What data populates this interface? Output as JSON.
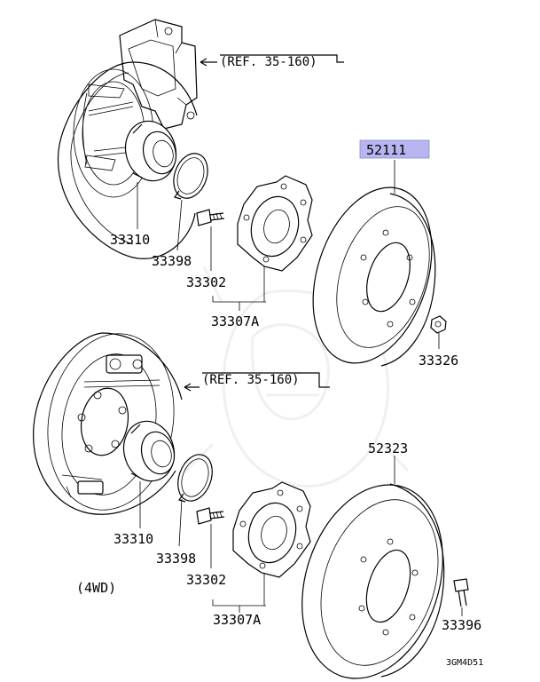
{
  "top_assembly": {
    "ref": "(REF. 35-160)",
    "hub_bearing": "33310",
    "snap_ring": "33398",
    "hub_bolt": "33302",
    "hub_assembly": "33307A",
    "brake_disc": "52111",
    "nut": "33326"
  },
  "bottom_assembly": {
    "ref": "(REF. 35-160)",
    "variant": "(4WD)",
    "hub_bearing": "33310",
    "snap_ring": "33398",
    "hub_bolt": "33302",
    "hub_assembly": "33307A",
    "brake_drum": "52323",
    "bolt": "33396"
  },
  "highlight_color": "#b7b6f0",
  "figure_code": "3GM4D51"
}
